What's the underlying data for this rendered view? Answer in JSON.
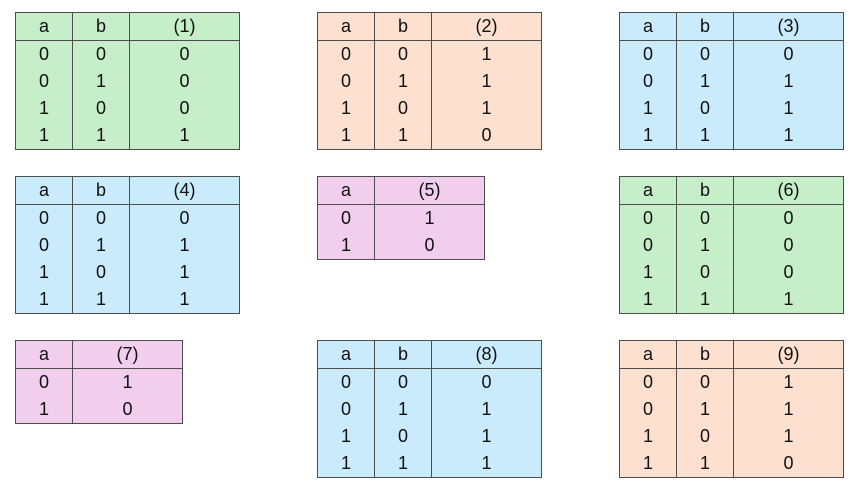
{
  "colors": {
    "green": "#c6efc9",
    "peach": "#fde0d0",
    "blue": "#c9ebfb",
    "pink": "#f1cdee",
    "border": "#4d4d4d"
  },
  "tables": [
    {
      "label": "(1)",
      "color": "green",
      "inputs": [
        "a",
        "b"
      ],
      "rows": [
        [
          "0",
          "0",
          "0"
        ],
        [
          "0",
          "1",
          "0"
        ],
        [
          "1",
          "0",
          "0"
        ],
        [
          "1",
          "1",
          "1"
        ]
      ]
    },
    {
      "label": "(2)",
      "color": "peach",
      "inputs": [
        "a",
        "b"
      ],
      "rows": [
        [
          "0",
          "0",
          "1"
        ],
        [
          "0",
          "1",
          "1"
        ],
        [
          "1",
          "0",
          "1"
        ],
        [
          "1",
          "1",
          "0"
        ]
      ]
    },
    {
      "label": "(3)",
      "color": "blue",
      "inputs": [
        "a",
        "b"
      ],
      "rows": [
        [
          "0",
          "0",
          "0"
        ],
        [
          "0",
          "1",
          "1"
        ],
        [
          "1",
          "0",
          "1"
        ],
        [
          "1",
          "1",
          "1"
        ]
      ]
    },
    {
      "label": "(4)",
      "color": "blue",
      "inputs": [
        "a",
        "b"
      ],
      "rows": [
        [
          "0",
          "0",
          "0"
        ],
        [
          "0",
          "1",
          "1"
        ],
        [
          "1",
          "0",
          "1"
        ],
        [
          "1",
          "1",
          "1"
        ]
      ]
    },
    {
      "label": "(5)",
      "color": "pink",
      "inputs": [
        "a"
      ],
      "rows": [
        [
          "0",
          "1"
        ],
        [
          "1",
          "0"
        ]
      ]
    },
    {
      "label": "(6)",
      "color": "green",
      "inputs": [
        "a",
        "b"
      ],
      "rows": [
        [
          "0",
          "0",
          "0"
        ],
        [
          "0",
          "1",
          "0"
        ],
        [
          "1",
          "0",
          "0"
        ],
        [
          "1",
          "1",
          "1"
        ]
      ]
    },
    {
      "label": "(7)",
      "color": "pink",
      "inputs": [
        "a"
      ],
      "rows": [
        [
          "0",
          "1"
        ],
        [
          "1",
          "0"
        ]
      ]
    },
    {
      "label": "(8)",
      "color": "blue",
      "inputs": [
        "a",
        "b"
      ],
      "rows": [
        [
          "0",
          "0",
          "0"
        ],
        [
          "0",
          "1",
          "1"
        ],
        [
          "1",
          "0",
          "1"
        ],
        [
          "1",
          "1",
          "1"
        ]
      ]
    },
    {
      "label": "(9)",
      "color": "peach",
      "inputs": [
        "a",
        "b"
      ],
      "rows": [
        [
          "0",
          "0",
          "1"
        ],
        [
          "0",
          "1",
          "1"
        ],
        [
          "1",
          "0",
          "1"
        ],
        [
          "1",
          "1",
          "0"
        ]
      ]
    }
  ]
}
